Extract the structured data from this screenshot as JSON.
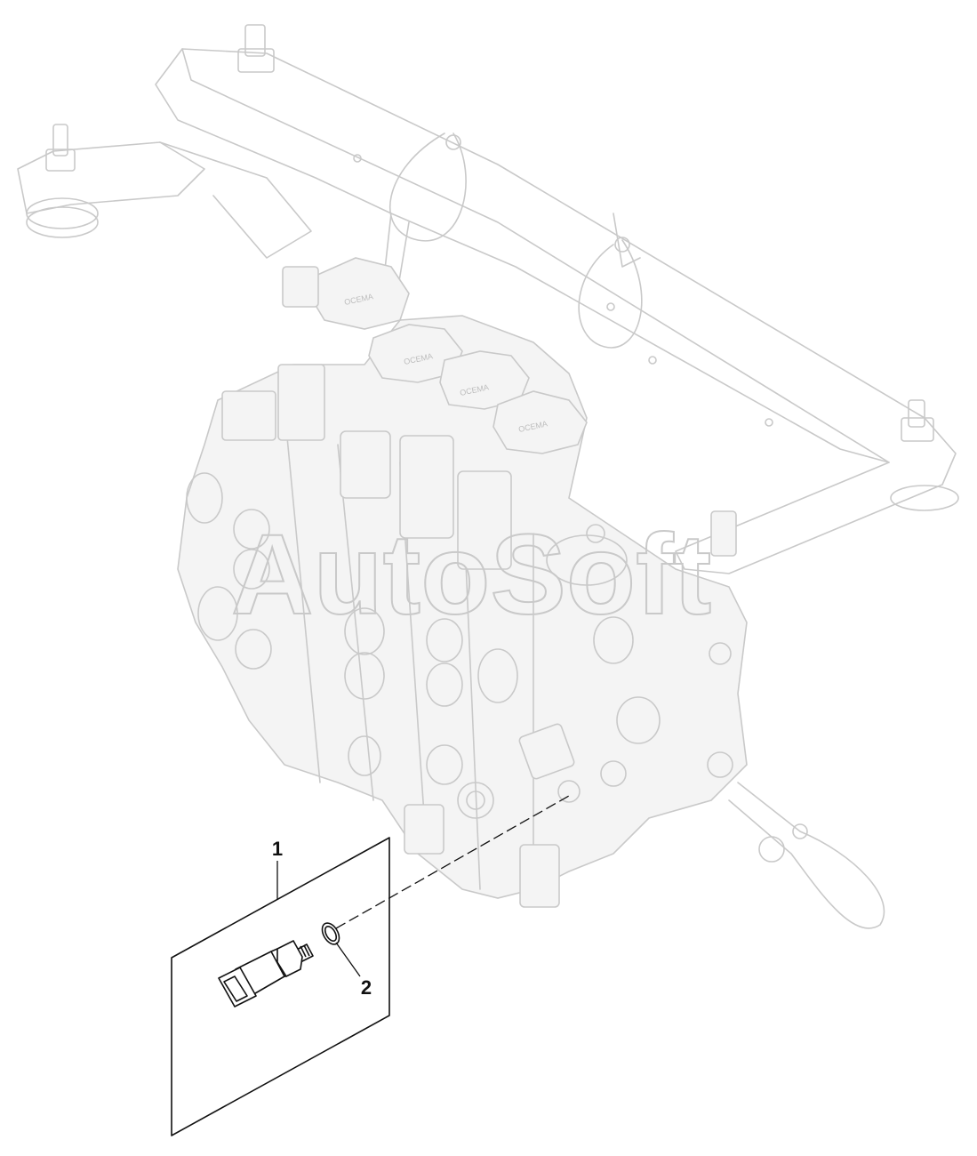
{
  "callouts": [
    {
      "id": "1"
    },
    {
      "id": "2"
    }
  ],
  "watermark": "AutoSoft",
  "casting_marks": [
    "OCEMA",
    "OCEMA",
    "OCEMA",
    "OCEMA"
  ]
}
